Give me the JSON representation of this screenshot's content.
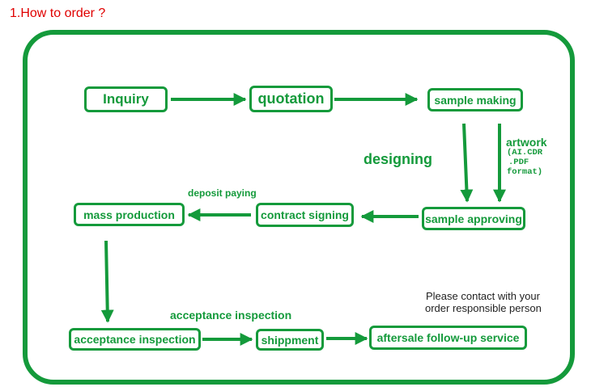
{
  "title": "1.How to order ?",
  "nodes": {
    "inquiry": "Inquiry",
    "quotation": "quotation",
    "sample_making": "sample making",
    "sample_approving": "sample approving",
    "contract_signing": "contract signing",
    "mass_production": "mass production",
    "acceptance_inspection": "acceptance inspection",
    "shippment": "shippment",
    "aftersale": "aftersale follow-up service"
  },
  "labels": {
    "designing": "designing",
    "artwork": "artwork",
    "artwork_format_1": "(AI.CDR",
    "artwork_format_2": ".PDF",
    "artwork_format_3": "format)",
    "deposit_paying": "deposit paying",
    "acceptance_inspection": "acceptance inspection"
  },
  "note": {
    "line1": "Please contact with your",
    "line2": "order responsible person"
  },
  "colors": {
    "green": "#149a3b",
    "title_red": "#e00000"
  }
}
